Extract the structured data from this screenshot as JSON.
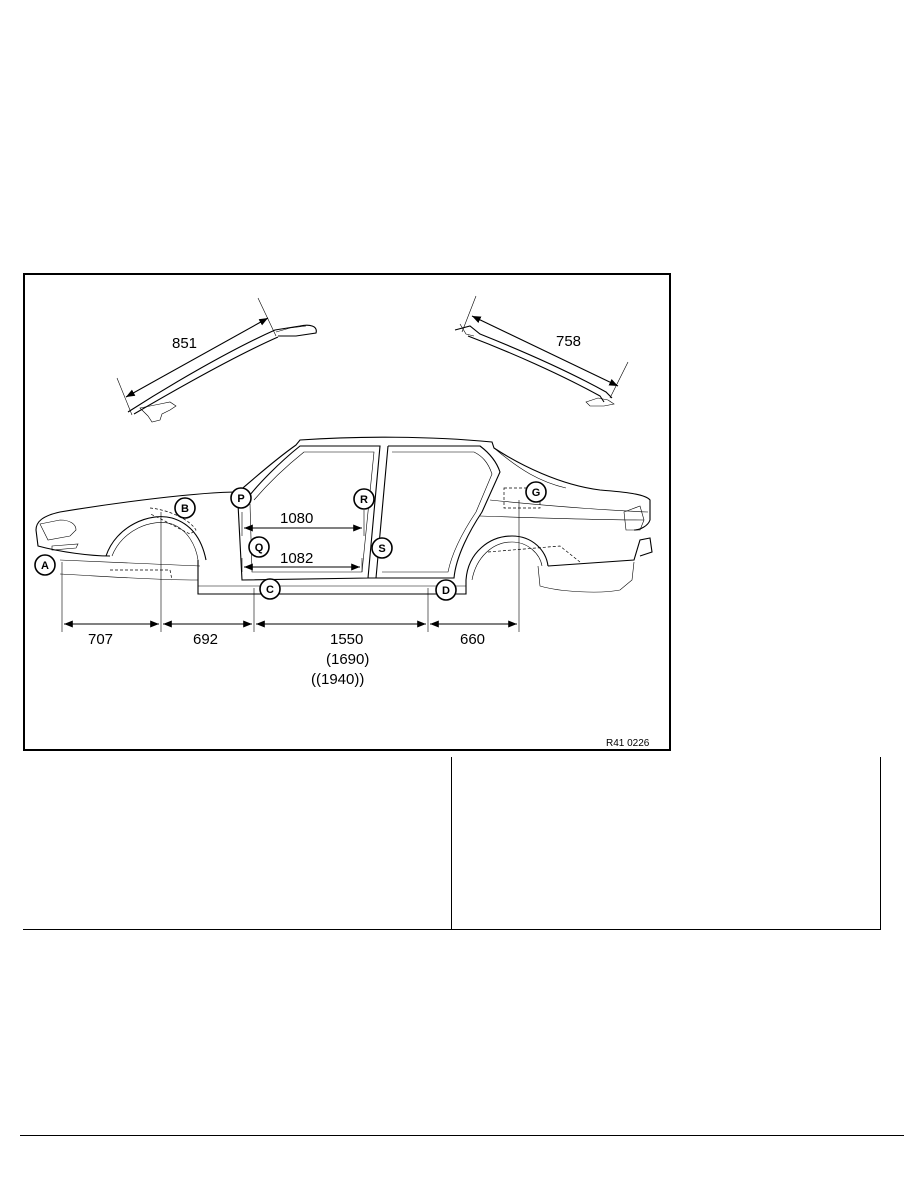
{
  "figure": {
    "id": "R41 0226",
    "dimensions": {
      "top_left": "851",
      "top_right": "758",
      "upper_pillar": "1080",
      "lower_pillar": "1082",
      "bottom": [
        "707",
        "692",
        "1550",
        "660"
      ],
      "bottom_alt": "(1690)",
      "bottom_alt2": "((1940))"
    },
    "callouts": [
      "A",
      "B",
      "C",
      "D",
      "G",
      "P",
      "Q",
      "R",
      "S"
    ]
  }
}
